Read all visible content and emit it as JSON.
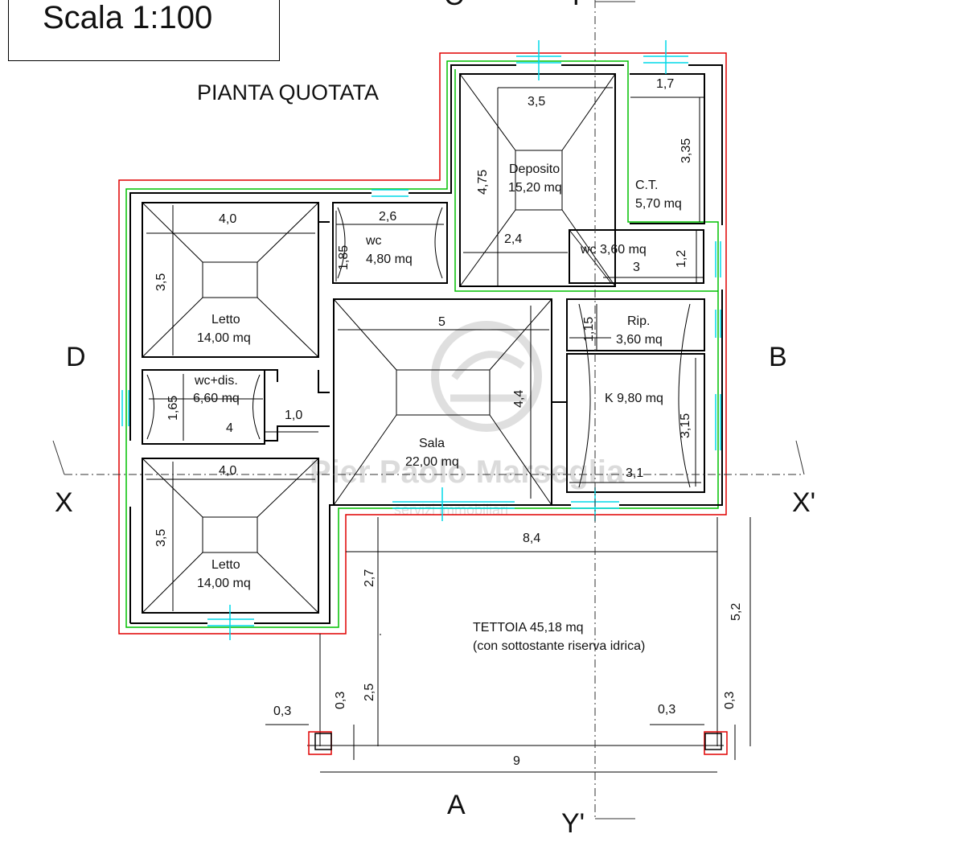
{
  "header": {
    "scale": "Scala 1:100",
    "title": "PIANTA QUOTATA"
  },
  "rooms": {
    "deposito": {
      "name": "Deposito",
      "area": "15,20 mq"
    },
    "ct": {
      "name": "C.T.",
      "area": "5,70 mq"
    },
    "wc_right": {
      "label": "wc 3,60 mq"
    },
    "wc_mid": {
      "name": "wc",
      "area": "4,80 mq"
    },
    "letto_top": {
      "name": "Letto",
      "area": "14,00 mq"
    },
    "wc_dis": {
      "name": "wc+dis.",
      "area": "6,60 mq"
    },
    "sala": {
      "name": "Sala",
      "area": "22,00 mq"
    },
    "rip": {
      "name": "Rip.",
      "area": "3,60 mq"
    },
    "k": {
      "label": "K  9,80 mq"
    },
    "letto_bottom": {
      "name": "Letto",
      "area": "14,00 mq"
    },
    "tettoia": {
      "name": "TETTOIA 45,18 mq",
      "note": "(con sottostante riserva idrica)"
    }
  },
  "dimensions": {
    "deposito_w": "3,5",
    "deposito_h": "4,75",
    "deposito_inner": "2,4",
    "ct_w": "1,7",
    "ct_h": "3,35",
    "wc_right_w": "3",
    "wc_right_h": "1,2",
    "wc_mid_w": "2,6",
    "wc_mid_h": "1,85",
    "letto_top_w": "4,0",
    "letto_top_h": "3,5",
    "wc_dis_w": "4",
    "wc_dis_h": "1,65",
    "corridor": "1,0",
    "sala_w": "5",
    "sala_h": "4,4",
    "rip_h": "1,15",
    "k_h": "3,15",
    "k_w": "3,1",
    "letto_bottom_w": "4,0",
    "letto_bottom_h": "3,5",
    "tettoia_w": "8,4",
    "tettoia_h1": "2,7",
    "tettoia_h2": "2,5",
    "tettoia_total_h": "5,2",
    "pillar_left_w": "0,3",
    "pillar_left_h": "0,3",
    "pillar_right_w": "0,3",
    "pillar_right_h": "0,3",
    "total_w": "9"
  },
  "axes": {
    "d": "D",
    "b": "B",
    "a": "A",
    "c": "C",
    "x": "X",
    "x_prime": "X'",
    "y": "Y",
    "y_prime": "Y'"
  },
  "watermark": {
    "name": "Pier Paolo Marseglia",
    "sub": "servizi immobiliari"
  },
  "colors": {
    "wall": "#000000",
    "outline_red": "#e00000",
    "outline_green": "#00c000",
    "window": "#00d8e8",
    "axis_line": "#333333"
  }
}
